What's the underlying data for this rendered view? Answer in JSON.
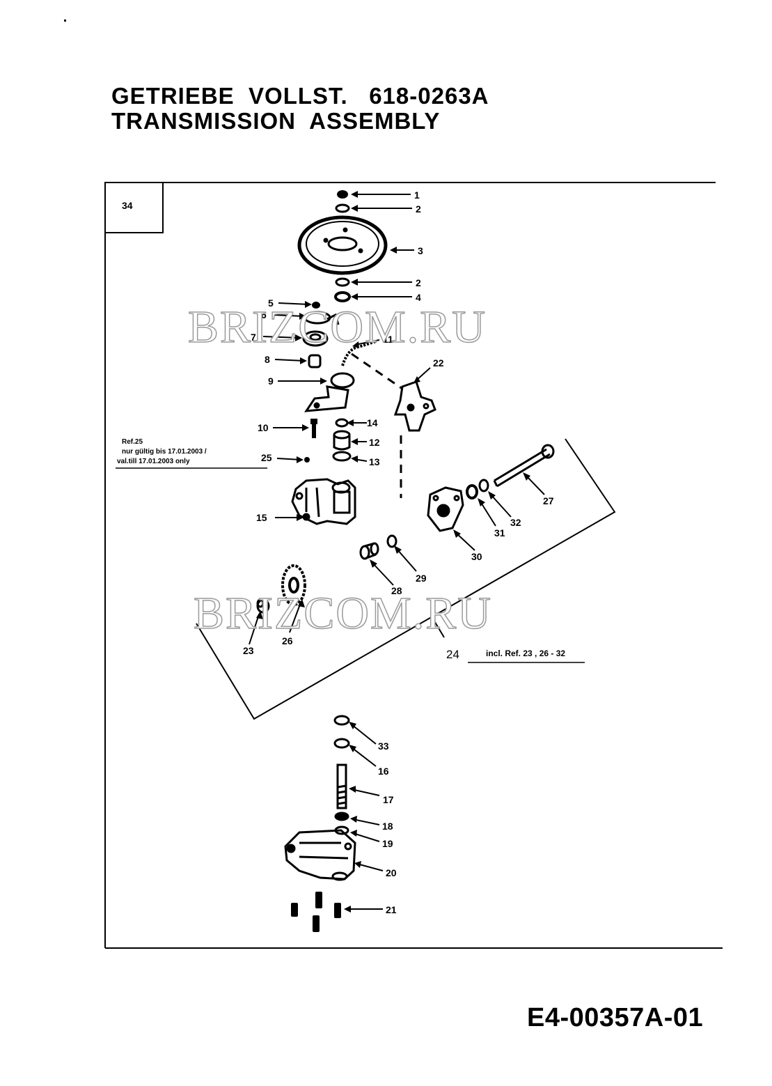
{
  "header": {
    "title_de": "GETRIEBE  VOLLST.   618-0263A",
    "title_en": "TRANSMISSION  ASSEMBLY"
  },
  "frame": {
    "number": "34"
  },
  "watermark": "BRIZCOM.RU",
  "callouts": [
    "1",
    "2",
    "3",
    "2",
    "4",
    "5",
    "6",
    "7",
    "8",
    "9",
    "10",
    "11",
    "22",
    "14",
    "12",
    "13",
    "25",
    "15",
    "27",
    "31",
    "32",
    "30",
    "28",
    "29",
    "23",
    "26",
    "33",
    "16",
    "17",
    "18",
    "19",
    "20",
    "21"
  ],
  "notes": {
    "ref25_title": "Ref.25",
    "ref25_line1": "nur gültig bis 17.01.2003 /",
    "ref25_line2": "val.till 17.01.2003  only",
    "kit_number": "24",
    "kit_text": "incl. Ref. 23 , 26 - 32"
  },
  "footer": {
    "code": "E4-00357A-01"
  },
  "colors": {
    "ink": "#000000",
    "watermark_outline": "#9a9a9a"
  }
}
